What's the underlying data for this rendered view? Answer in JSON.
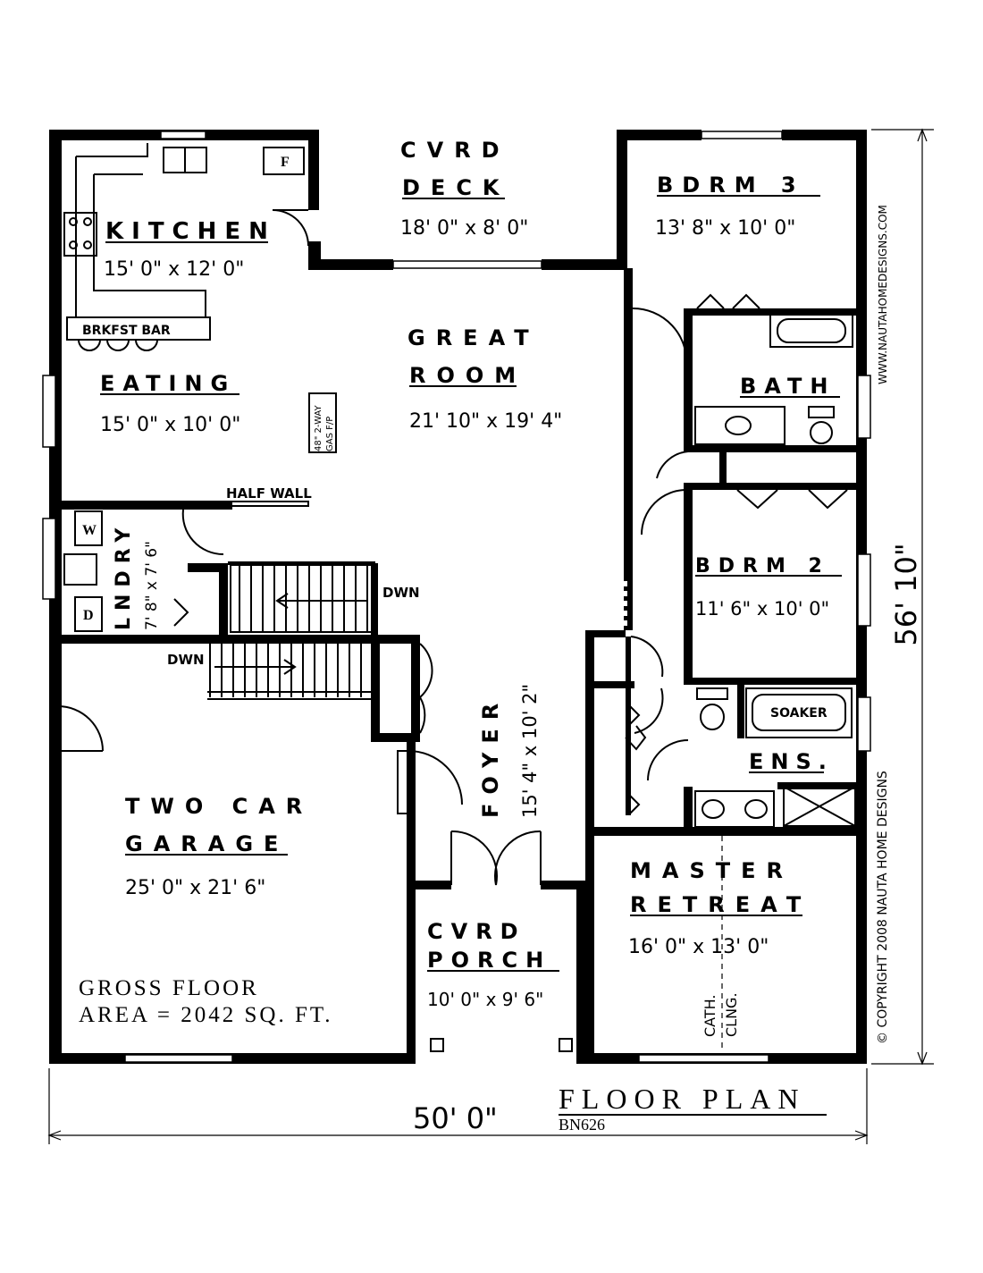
{
  "rooms": {
    "kitchen": {
      "name": "KITCHEN",
      "dims": "15' 0\" x 12' 0\""
    },
    "brkfst_bar": "BRKFST BAR",
    "eating": {
      "name": "EATING",
      "dims": "15' 0\" x 10' 0\""
    },
    "fireplace": {
      "line1": "48\" 2-WAY",
      "line2": "GAS F/P"
    },
    "cvrd_deck": {
      "line1": "CVRD",
      "line2": "DECK",
      "dims": "18' 0\" x 8' 0\""
    },
    "great_room": {
      "line1": "GREAT",
      "line2": "ROOM",
      "dims": "21' 10\" x 19' 4\""
    },
    "bdrm3": {
      "name": "BDRM 3",
      "dims": "13' 8\" x 10' 0\""
    },
    "bath": "BATH",
    "bdrm2": {
      "name": "BDRM 2",
      "dims": "11' 6\" x 10' 0\""
    },
    "half_wall": "HALF WALL",
    "lndry": {
      "name": "LNDRY",
      "dims": "7' 8\" x 7' 6\"",
      "washer": "W",
      "dryer": "D"
    },
    "dwn1": "DWN",
    "dwn2": "DWN",
    "fridge": "F",
    "foyer": {
      "name": "FOYER",
      "dims": "15' 4\" x 10' 2\""
    },
    "soaker": "SOAKER",
    "ens": "ENS.",
    "garage": {
      "line1": "TWO CAR",
      "line2": "GARAGE",
      "dims": "25' 0\" x 21' 6\""
    },
    "cvrd_porch": {
      "line1": "CVRD",
      "line2": "PORCH",
      "dims": "10' 0\" x 9' 6\""
    },
    "master": {
      "line1": "MASTER",
      "line2": "RETREAT",
      "dims": "16' 0\" x 13' 0\""
    },
    "cath": {
      "line1": "CATH.",
      "line2": "CLNG."
    }
  },
  "gross_area": {
    "line1": "GROSS FLOOR",
    "line2": "AREA = 2042 SQ. FT."
  },
  "dimensions": {
    "width": "50' 0\"",
    "depth": "56' 10\""
  },
  "title": {
    "main": "FLOOR PLAN",
    "code": "BN626"
  },
  "side_text": {
    "website": "WWW.NAUTAHOMEDESIGNS.COM",
    "copyright": "© COPYRIGHT 2008 NAUTA HOME DESIGNS"
  }
}
